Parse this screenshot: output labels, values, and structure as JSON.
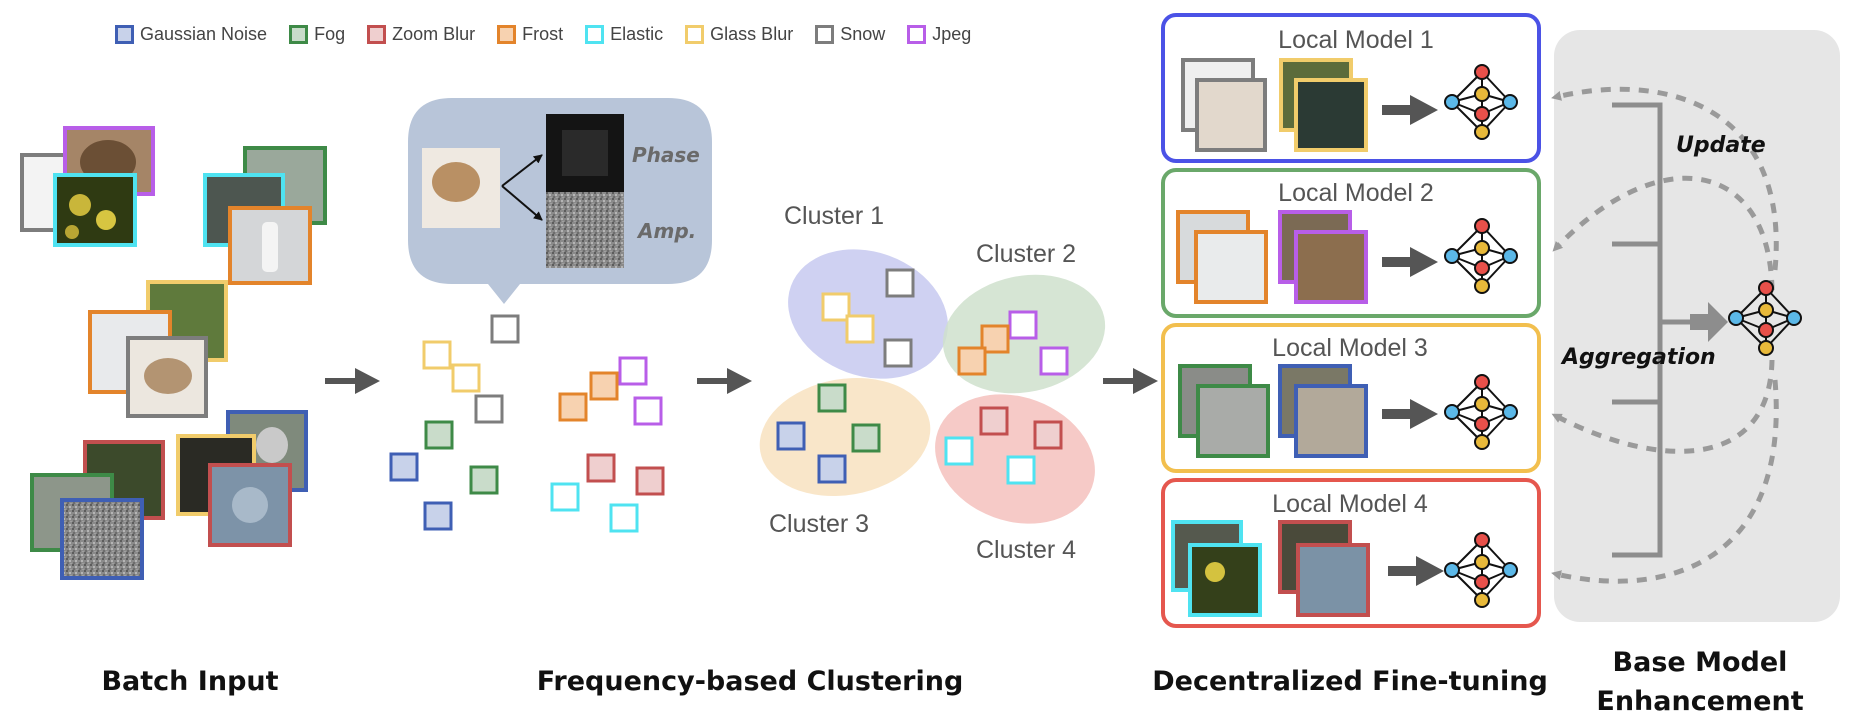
{
  "legend": [
    {
      "label": "Gaussian Noise",
      "color": "#3f5fb4"
    },
    {
      "label": "Fog",
      "color": "#3e8a47"
    },
    {
      "label": "Zoom Blur",
      "color": "#c24f4f"
    },
    {
      "label": "Frost",
      "color": "#e3842b"
    },
    {
      "label": "Elastic",
      "color": "#4fe3f1"
    },
    {
      "label": "Glass Blur",
      "color": "#f1cc6b"
    },
    {
      "label": "Snow",
      "color": "#7d7d7d"
    },
    {
      "label": "Jpeg",
      "color": "#b85ee8"
    }
  ],
  "sections": {
    "batch_input": "Batch Input",
    "clustering": "Frequency-based Clustering",
    "fine_tuning": "Decentralized Fine-tuning",
    "enhancement_line1": "Base Model",
    "enhancement_line2": "Enhancement"
  },
  "fft": {
    "phase": "Phase",
    "amp": "Amp."
  },
  "clusters": [
    "Cluster 1",
    "Cluster 2",
    "Cluster 3",
    "Cluster 4"
  ],
  "local_models": [
    {
      "label": "Local Model 1",
      "color": "#4b52e6"
    },
    {
      "label": "Local Model 2",
      "color": "#6aa86a"
    },
    {
      "label": "Local Model 3",
      "color": "#f2bf4e"
    },
    {
      "label": "Local Model 4",
      "color": "#e5574e"
    }
  ],
  "enhancement": {
    "update": "Update",
    "aggregation": "Aggregation"
  }
}
